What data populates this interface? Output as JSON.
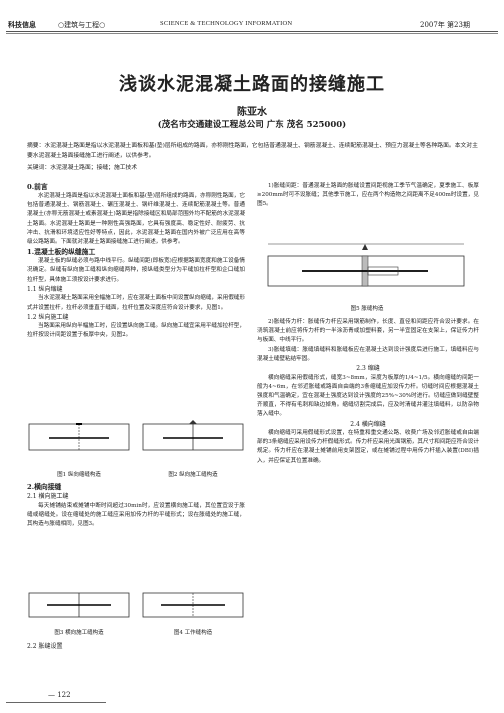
{
  "header": {
    "left": "科技信息",
    "mid": "○建筑与工程○",
    "mid2": "SCIENCE & TECHNOLOGY INFORMATION",
    "right": "2007年 第23期"
  },
  "title": "浅谈水泥混凝土路面的接缝施工",
  "author": "陈亚水",
  "affiliation": "(茂名市交通建设工程总公司  广东  茂名  525000)",
  "abstract": "摘要：水泥混凝土路面是指以水泥混凝土面板和基(垫)层所组成的路面，亦称刚性路面，它包括普通混凝土、钢筋混凝土、连续配筋混凝土、预应力混凝土等各种路面。本文对主要水泥混凝土路面接缝施工进行阐述，以供参考。",
  "keywords": "关键词：水泥混凝土路面；接缝；施工技术",
  "col_left": {
    "h0": "0.前言",
    "p0": "水泥混凝土路面是指以水泥混凝土面板和基(垫)层所组成的路面，亦称刚性路面，它包括普通混凝土、钢筋混凝土、碾压混凝土、钢纤维混凝土、连续配筋混凝土等。普通混凝土(亦称无筋混凝土或素混凝土)路面是指除接缝区和局部范围外均不配筋的水泥混凝土路面。水泥混凝土路面是一种刚性高强路面，它具有强度高、稳定性好、耐疲劳、抗冲击、抗滑和环境适应性好等特点，因此，水泥混凝土路面在国内外被广泛应用在高等级公路路面。下面就对混凝土路面接缝施工进行阐述，供参考。",
    "h1": "1.混凝土板的纵缝施工",
    "p1": "混凝土板的纵缝必须与路中线平行。纵缝间距(即板宽)应根据路面宽度和施工设备情况确定。纵缝有纵向施工缝和纵向缩缝两种，按纵缝类型分为平缝加拉杆型和企口缝加拉杆型，具体施工须按设计要求进行。",
    "h11": "1.1 纵向缩缝",
    "p11": "当水泥混凝土路面采用全幅施工时，应在混凝土面板中间设置纵向缩缝，采用假缝形式并设置拉杆，拉杆必须垂直于缝面，拉杆位置及深度应符合设计要求，见图1。",
    "h12": "1.2 纵向施工缝",
    "p12": "当路面采用纵向半幅施工时，应设置纵向施工缝。纵向施工缝宜采用平缝加拉杆型，拉杆按设计间距设置于板厚中央，见图2。",
    "fig1": "图1  纵向缩缝构造",
    "fig2": "图2  纵向施工缝构造",
    "h2": "2.横向接缝",
    "h21": "2.1 横向施工缝",
    "p21": "每天摊铺结束或摊铺中断时间超过30min时，应设置横向施工缝，其位置宜设于胀缝或缩缝处。设在缩缝处的施工缝应采用加传力杆的平缝形式；设在胀缝处的施工缝，其构造与胀缝相同，见图3。",
    "fig3": "图3  横向施工缝构造",
    "fig4": "图4  工作缝构造",
    "h22": "2.2 胀缝设置"
  },
  "col_right": {
    "p_r0": "1)胀缝间距：普通混凝土路面的胀缝设置间距视施工季节气温确定，夏季施工、板厚≥200mm时可不设胀缝；其他季节施工，应在两个构造物之间距离不足400m时设置，见图5。",
    "fig5": "图5  胀缝构造",
    "p_r1": "2)胀缝传力杆：胀缝传力杆应采用钢筋制作，长度、直径和间距应符合设计要求。在浇筑混凝土前应将传力杆的一半涂沥青或加塑料套，另一半宜固定在支架上，保证传力杆与板面、中线平行。",
    "p_r2": "3)胀缝填缝：胀缝填缝料和胀缝板应在混凝土达到设计强度后进行施工，填缝料应与混凝土缝壁粘结牢固。",
    "h23": "2.3 缩缝",
    "p23": "横向缩缝采用假缝形式，缝宽3~8mm，深度为板厚的1/4~1/5。横向缩缝的间距一般为4~6m，在邻近胀缝或路面自由端的3条缩缝应加设传力杆。切缝时间应根据混凝土强度和气温确定，宜在混凝土强度达到设计强度的25%~30%时进行。切缝应做到缝壁整齐顺直，不得有毛刺和缺边掉角。缩缝切割完成后，应及时清缝并灌注填缝料，以防杂物落入缝中。",
    "h24": "2.4 横向缩缝",
    "p24": "横向缩缝可采用假缝形式设置，在特重和重交通公路、收费广场及邻近胀缝或自由端部的3条缩缝应采用设传力杆假缝形式。传力杆应采用光面钢筋，其尺寸和间距应符合设计规定。传力杆应在混凝土摊铺前用支架固定，或在摊铺过程中用传力杆插入装置(DBI)插入，并应保证其位置准确。"
  },
  "page_number": "— 122"
}
